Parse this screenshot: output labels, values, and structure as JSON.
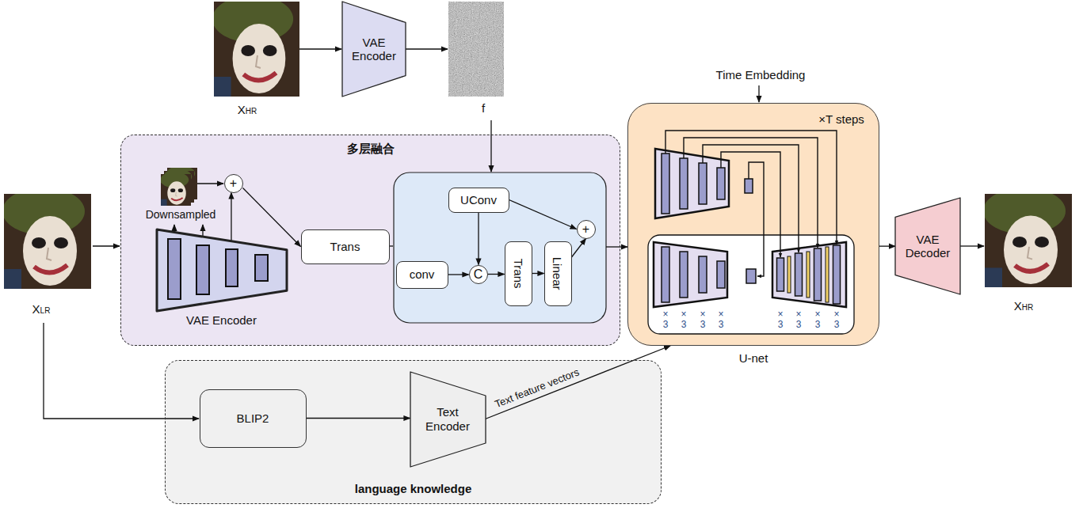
{
  "diagram": {
    "nodes": [
      {
        "text": [
          "VAE Encoder"
        ]
      },
      {
        "text": [
          "多层融合"
        ]
      },
      {
        "text": [
          "VAE Encoder"
        ],
        "in": 1
      },
      {
        "text": [
          "+"
        ],
        "in": 1
      },
      {
        "text": [
          "Trans"
        ],
        "in": 1
      },
      {
        "text": [
          "UConv"
        ],
        "in": 1
      },
      {
        "text": [
          "conv"
        ],
        "in": 1
      },
      {
        "text": [
          "C"
        ],
        "in": 1
      },
      {
        "text": [
          "Trans"
        ],
        "in": 1
      },
      {
        "text": [
          "Linear"
        ],
        "in": 1
      },
      {
        "text": [
          "+"
        ],
        "in": 1
      },
      {
        "text": [
          "U-net"
        ]
      },
      {
        "text": [
          "VAE Decoder"
        ]
      },
      {
        "text": [
          "language knowledge"
        ]
      },
      {
        "text": [
          "BLIP2"
        ],
        "in": 13
      },
      {
        "text": [
          "Text Encoder"
        ],
        "in": 13
      }
    ],
    "edges": [
      {
        "from": 2,
        "to": 3,
        "arrow": "to"
      },
      {
        "from": 3,
        "to": 4,
        "arrow": "to"
      },
      {
        "from": 5,
        "to": 7,
        "arrow": "to"
      },
      {
        "from": 6,
        "to": 7,
        "arrow": "to"
      },
      {
        "from": 7,
        "to": 8,
        "arrow": "to"
      },
      {
        "from": 8,
        "to": 9,
        "arrow": "to"
      },
      {
        "from": 9,
        "to": 10,
        "arrow": "to"
      },
      {
        "from": 5,
        "to": 10,
        "arrow": "to"
      },
      {
        "from": 1,
        "to": 11,
        "arrow": "to"
      },
      {
        "from": 11,
        "to": 12,
        "arrow": "to"
      },
      {
        "from": 14,
        "to": 15,
        "arrow": "to"
      },
      {
        "from": 15,
        "to": 11,
        "label": "Text feature vectors",
        "arrow": "to"
      }
    ],
    "labels": [
      "XHR",
      "f",
      "XLR",
      "Downsampled",
      "Time Embedding",
      "×T steps",
      "× 3",
      "× 3",
      "× 3",
      "× 3",
      "× 3",
      "× 3",
      "× 3",
      "× 3",
      "XHR"
    ]
  }
}
